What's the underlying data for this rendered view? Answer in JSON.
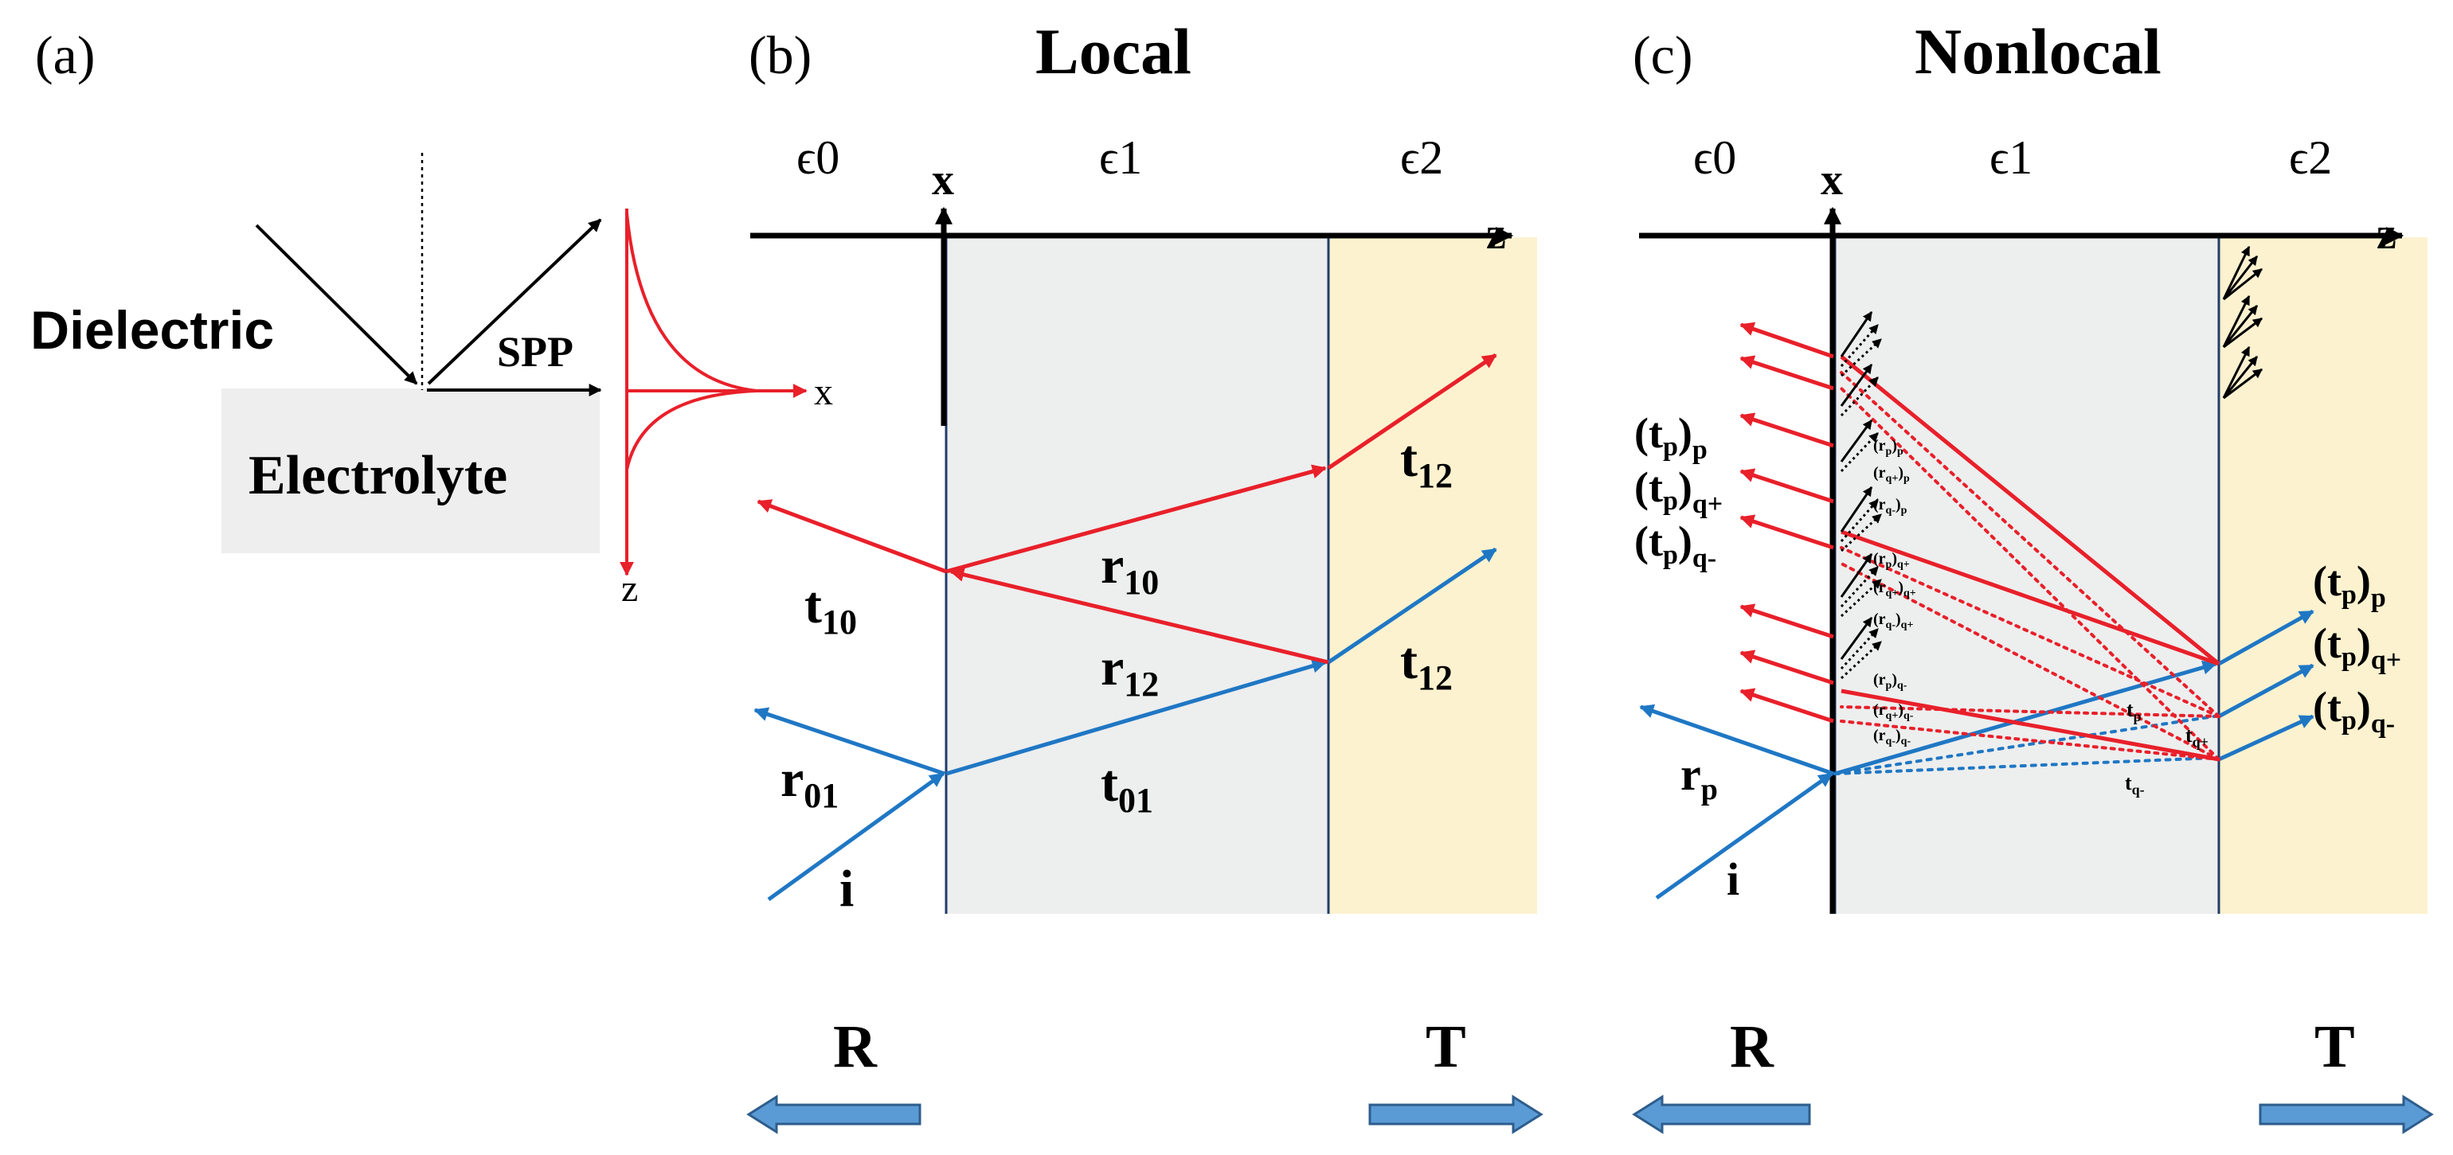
{
  "panel_a": {
    "label": "(a)",
    "dielectric": "Dielectric",
    "electrolyte": "Electrolyte",
    "spp": "SPP",
    "x_axis": "x",
    "z_axis": "z"
  },
  "panel_b": {
    "label": "(b)",
    "title": "Local",
    "eps0": "ϵ0",
    "eps1": "ϵ1",
    "eps2": "ϵ2",
    "x_axis": "x",
    "z_axis": "z",
    "t10": {
      "base": "t",
      "sub": "10"
    },
    "r10": {
      "base": "r",
      "sub": "10"
    },
    "t12_top": {
      "base": "t",
      "sub": "12"
    },
    "r12": {
      "base": "r",
      "sub": "12"
    },
    "t12_bottom": {
      "base": "t",
      "sub": "12"
    },
    "r01": {
      "base": "r",
      "sub": "01"
    },
    "t01": {
      "base": "t",
      "sub": "01"
    },
    "i": "i",
    "R": "R",
    "T": "T"
  },
  "panel_c": {
    "label": "(c)",
    "title": "Nonlocal",
    "eps0": "ϵ0",
    "eps1": "ϵ1",
    "eps2": "ϵ2",
    "x_axis": "x",
    "z_axis": "z",
    "left_labels": [
      {
        "paren": "(t",
        "sub1": "p",
        "close": ")",
        "sub2": "p"
      },
      {
        "paren": "(t",
        "sub1": "p",
        "close": ")",
        "sub2": "q+"
      },
      {
        "paren": "(t",
        "sub1": "p",
        "close": ")",
        "sub2": "q-"
      }
    ],
    "right_labels": [
      {
        "paren": "(t",
        "sub1": "p",
        "close": ")",
        "sub2": "p"
      },
      {
        "paren": "(t",
        "sub1": "p",
        "close": ")",
        "sub2": "q+"
      },
      {
        "paren": "(t",
        "sub1": "p",
        "close": ")",
        "sub2": "q-"
      }
    ],
    "small_labels": [
      {
        "paren": "(r",
        "sub1": "p",
        "close": ")",
        "sub2": "p"
      },
      {
        "paren": "(r",
        "sub1": "q+",
        "close": ")",
        "sub2": "p"
      },
      {
        "paren": "(r",
        "sub1": "q-",
        "close": ")",
        "sub2": "p"
      },
      {
        "paren": "(r",
        "sub1": "p",
        "close": ")",
        "sub2": "q+"
      },
      {
        "paren": "(r",
        "sub1": "q+",
        "close": ")",
        "sub2": "q+"
      },
      {
        "paren": "(r",
        "sub1": "q-",
        "close": ")",
        "sub2": "q+"
      },
      {
        "paren": "(r",
        "sub1": "p",
        "close": ")",
        "sub2": "q-"
      },
      {
        "paren": "(r",
        "sub1": "q+",
        "close": ")",
        "sub2": "q-"
      },
      {
        "paren": "(r",
        "sub1": "q-",
        "close": ")",
        "sub2": "q-"
      }
    ],
    "tp": {
      "base": "t",
      "sub": "p"
    },
    "tqplus": {
      "base": "t",
      "sub": "q+"
    },
    "tqminus": {
      "base": "t",
      "sub": "q-"
    },
    "rp": {
      "base": "r",
      "sub": "p"
    },
    "i": "i",
    "R": "R",
    "T": "T"
  },
  "colors": {
    "red": "#e8202a",
    "blue": "#1f77c4",
    "arrow_fill": "#5a9bd5",
    "arrow_stroke": "#2e5d8c",
    "medium1": "#edeeee",
    "medium2": "#fdf2cf",
    "electrolyte_bg": "#eeeeee"
  }
}
